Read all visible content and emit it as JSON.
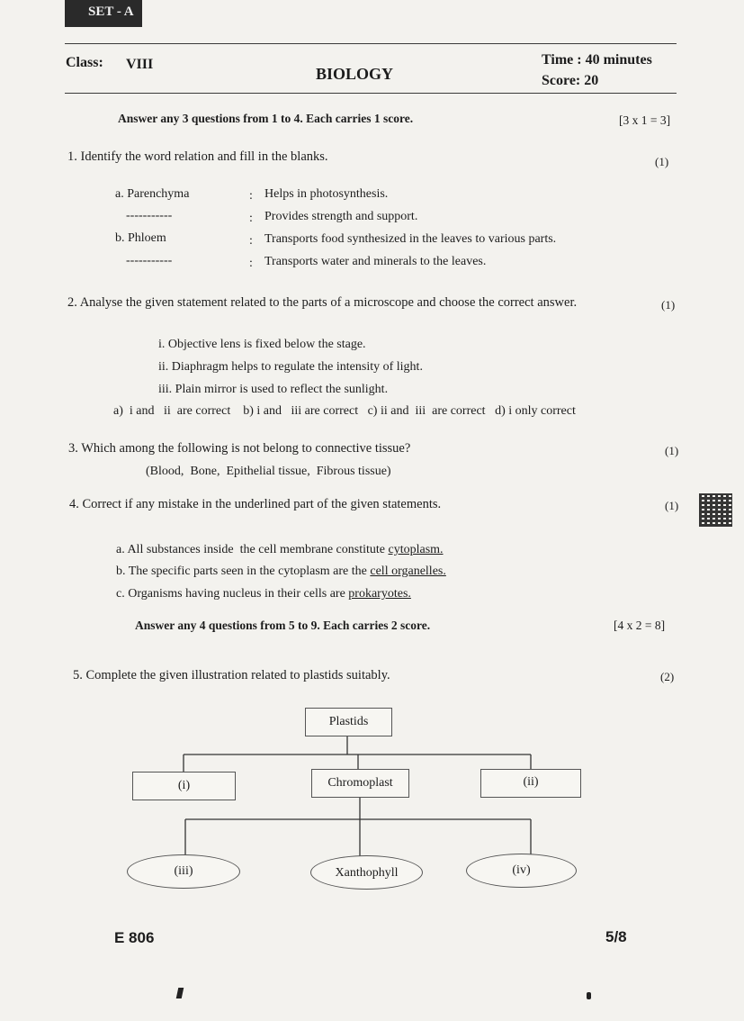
{
  "header": {
    "set": "SET - A",
    "class_label": "Class:",
    "class_value": "VIII",
    "subject": "BIOLOGY",
    "time": "Time : 40 minutes",
    "score": "Score: 20"
  },
  "section1": {
    "instruction": "Answer any 3 questions from 1 to 4.  Each carries 1 score.",
    "marks": "[3 x 1 = 3]"
  },
  "q1": {
    "text": "1. Identify the word relation and fill in the blanks.",
    "score": "(1)",
    "rows": [
      {
        "left": "a. Parenchyma",
        "sep": ":",
        "right": "Helps in photosynthesis."
      },
      {
        "left": "-----------",
        "sep": ":",
        "right": "Provides strength and support."
      },
      {
        "left": "b. Phloem",
        "sep": ":",
        "right": "Transports food synthesized in the leaves to various parts."
      },
      {
        "left": "-----------",
        "sep": ":",
        "right": "Transports water and minerals to the leaves."
      }
    ]
  },
  "q2": {
    "text": "2. Analyse the given statement related to the parts of a microscope and choose the correct answer.",
    "score": "(1)",
    "statements": [
      "i.  Objective lens is fixed below the stage.",
      "ii.  Diaphragm helps to regulate the intensity of light.",
      "iii. Plain mirror is used to reflect the sunlight."
    ],
    "options": "a)  i and   ii  are correct    b) i and   iii are correct   c) ii and  iii  are correct   d) i only correct"
  },
  "q3": {
    "text": "3. Which among the following is not belong to connective tissue?",
    "score": "(1)",
    "choices": "(Blood,  Bone,  Epithelial tissue,  Fibrous tissue)"
  },
  "q4": {
    "text": "4. Correct if any mistake in the underlined part of the given statements.",
    "score": "(1)",
    "items": [
      {
        "pre": "a. All substances inside  the cell membrane constitute ",
        "ul": "cytoplasm."
      },
      {
        "pre": "b. The specific parts seen in the cytoplasm are the ",
        "ul": "cell organelles."
      },
      {
        "pre": "c. Organisms having nucleus in their cells are ",
        "ul": "prokaryotes."
      }
    ]
  },
  "section2": {
    "instruction": "Answer any 4 questions from 5 to 9.  Each carries 2 score.",
    "marks": "[4 x 2 = 8]"
  },
  "q5": {
    "text": "5. Complete the given illustration related to plastids suitably.",
    "score": "(2)",
    "diagram": {
      "root": "Plastids",
      "left": "(i)",
      "middle": "Chromoplast",
      "right": "(ii)",
      "child_left": "(iii)",
      "child_middle": "Xanthophyll",
      "child_right": "(iv)"
    }
  },
  "footer": {
    "code": "E 806",
    "page": "5/8"
  }
}
